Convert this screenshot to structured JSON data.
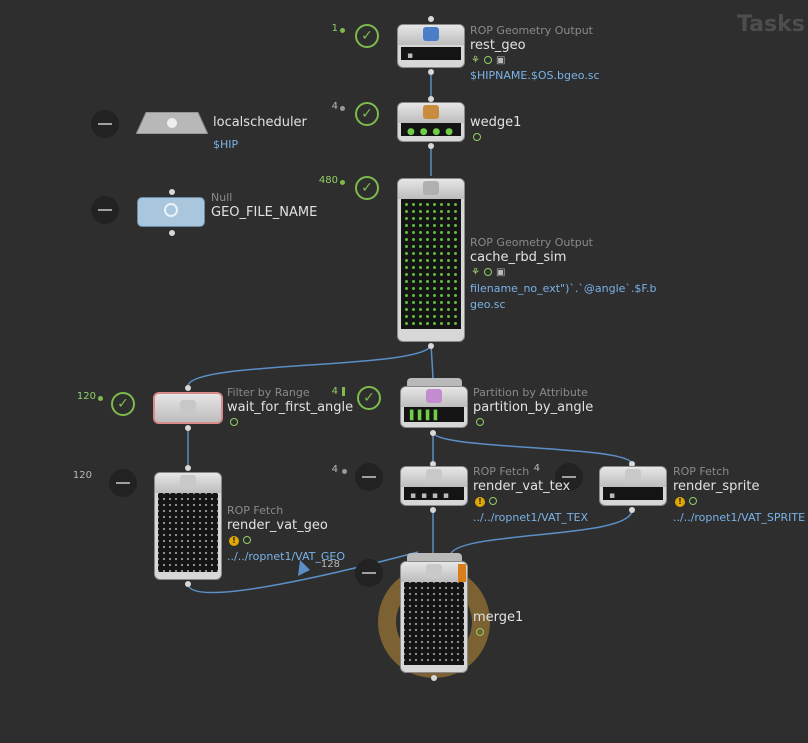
{
  "context_label": "Tasks",
  "colors": {
    "background": "#2e2e2e",
    "wire": "#5b8fc7",
    "success": "#7dbb4d",
    "parm_text": "#7ab3e8"
  },
  "nodes": {
    "rest_geo": {
      "type": "ROP Geometry Output",
      "name": "rest_geo",
      "parm": "$HIPNAME.$OS.bgeo.sc",
      "count": "1",
      "status": "cooked",
      "icons": [
        "bypass-icon",
        "ring-icon",
        "lock-icon"
      ]
    },
    "wedge1": {
      "name": "wedge1",
      "count": "4",
      "status": "cooked"
    },
    "localscheduler": {
      "name": "localscheduler",
      "parm": "$HIP"
    },
    "geo_file_name": {
      "type": "Null",
      "name": "GEO_FILE_NAME"
    },
    "cache_rbd_sim": {
      "type": "ROP Geometry Output",
      "name": "cache_rbd_sim",
      "parm_line1": "filename_no_ext\")`.`@angle`.$F.b",
      "parm_line2": "geo.sc",
      "count": "480",
      "status": "cooked",
      "icons": [
        "bypass-icon",
        "ring-icon",
        "lock-icon"
      ]
    },
    "wait_for_first_angle": {
      "type": "Filter by Range",
      "name": "wait_for_first_angle",
      "count": "120",
      "status": "cooked"
    },
    "partition_by_angle": {
      "type": "Partition by Attribute",
      "name": "partition_by_angle",
      "count": "4",
      "status": "cooked"
    },
    "render_vat_geo": {
      "type": "ROP Fetch",
      "name": "render_vat_geo",
      "parm": "../../ropnet1/VAT_GEO",
      "count": "120"
    },
    "render_vat_tex": {
      "type": "ROP Fetch",
      "name": "render_vat_tex",
      "parm": "../../ropnet1/VAT_TEX",
      "count": "4",
      "count2": "4"
    },
    "render_sprite": {
      "type": "ROP Fetch",
      "name": "render_sprite",
      "parm": "../../ropnet1/VAT_SPRITE"
    },
    "merge1": {
      "name": "merge1",
      "count": "128"
    }
  },
  "glyphs": {
    "check": "✓",
    "warn": "!"
  }
}
